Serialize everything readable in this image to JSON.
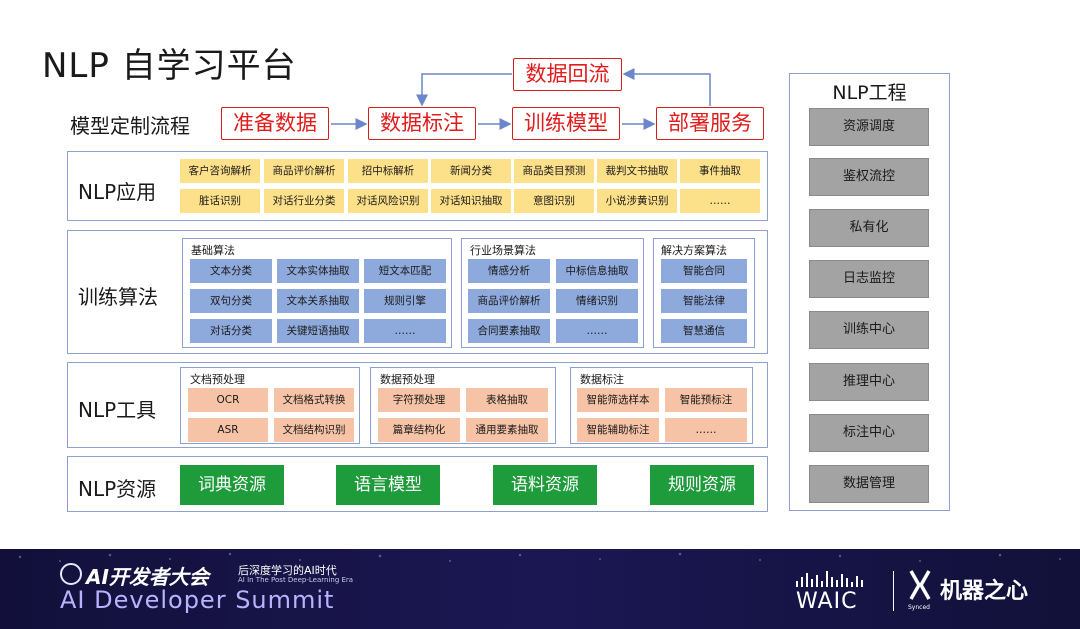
{
  "title": "NLP 自学习平台",
  "flow": {
    "label": "模型定制流程",
    "steps": [
      "准备数据",
      "数据标注",
      "训练模型",
      "部署服务"
    ],
    "loop": "数据回流"
  },
  "app": {
    "label": "NLP应用",
    "items": [
      "客户咨询解析",
      "商品评价解析",
      "招中标解析",
      "新闻分类",
      "商品类目预测",
      "裁判文书抽取",
      "事件抽取",
      "脏话识别",
      "对话行业分类",
      "对话风险识别",
      "对话知识抽取",
      "意图识别",
      "小说涉黄识别",
      "……"
    ]
  },
  "train": {
    "label": "训练算法",
    "basic": {
      "title": "基础算法",
      "items": [
        "文本分类",
        "文本实体抽取",
        "短文本匹配",
        "双句分类",
        "文本关系抽取",
        "规则引擎",
        "对话分类",
        "关键短语抽取",
        "……"
      ]
    },
    "industry": {
      "title": "行业场景算法",
      "items": [
        "情感分析",
        "中标信息抽取",
        "商品评价解析",
        "情绪识别",
        "合同要素抽取",
        "……"
      ]
    },
    "solution": {
      "title": "解决方案算法",
      "items": [
        "智能合同",
        "智能法律",
        "智慧通信"
      ]
    }
  },
  "tools": {
    "label": "NLP工具",
    "doc": {
      "title": "文档预处理",
      "items": [
        "OCR",
        "文档格式转换",
        "ASR",
        "文档结构识别"
      ]
    },
    "data": {
      "title": "数据预处理",
      "items": [
        "字符预处理",
        "表格抽取",
        "篇章结构化",
        "通用要素抽取"
      ]
    },
    "annot": {
      "title": "数据标注",
      "items": [
        "智能筛选样本",
        "智能预标注",
        "智能辅助标注",
        "……"
      ]
    }
  },
  "resources": {
    "label": "NLP资源",
    "items": [
      "词典资源",
      "语言模型",
      "语料资源",
      "规则资源"
    ]
  },
  "engineering": {
    "title": "NLP工程",
    "items": [
      "资源调度",
      "鉴权流控",
      "私有化",
      "日志监控",
      "训练中心",
      "推理中心",
      "标注中心",
      "数据管理"
    ]
  },
  "footer": {
    "brand_cn": "AI开发者大会",
    "slogan_cn": "后深度学习的AI时代",
    "slogan_en": "AI In The Post Deep-Learning Era",
    "brand_en": "AI Developer Summit",
    "waic": "WAIC",
    "jqzx": "机器之心",
    "jqzx_small": "Synced"
  },
  "colors": {
    "flow_red": "#e01c1c",
    "panel_border": "#8da1cf",
    "app_chip": "#fde08a",
    "algo_chip": "#8ea9db",
    "tool_chip": "#f6c3a6",
    "resource_chip": "#1e9b3a",
    "eng_chip": "#a3a3a3",
    "footer_bg": "#16134a"
  }
}
